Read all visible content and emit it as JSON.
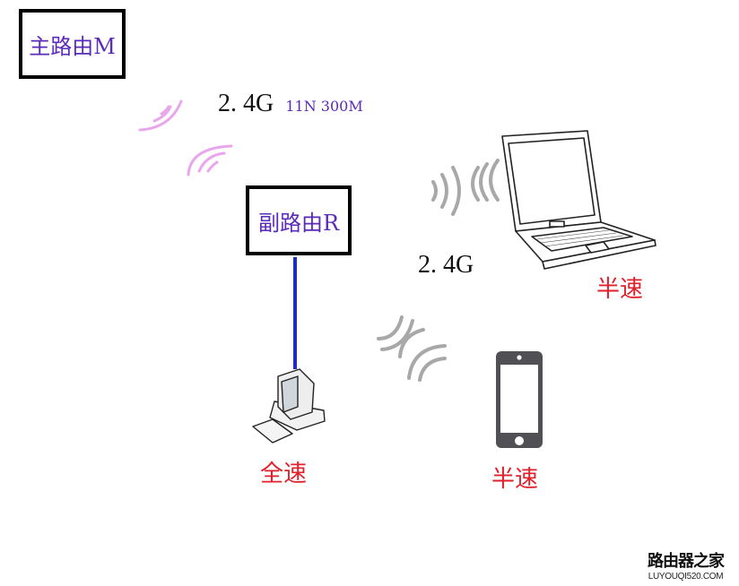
{
  "diagram": {
    "main_router": {
      "label": "主路由M"
    },
    "sub_router": {
      "label": "副路由R"
    },
    "link_main_to_sub": {
      "band": "2. 4G",
      "spec": "11N 300M",
      "wave_color": "#e9a6ec"
    },
    "link_sub_to_clients": {
      "band": "2. 4G",
      "wave_color": "#a8a8a8"
    },
    "wired_link": {
      "color": "#1a2bd4"
    },
    "devices": [
      {
        "id": "laptop",
        "speed_label": "半速"
      },
      {
        "id": "desktop",
        "speed_label": "全速"
      },
      {
        "id": "phone",
        "speed_label": "半速"
      }
    ],
    "colors": {
      "router_text": "#5a2ab8",
      "speed_text": "#e0202a",
      "box_border": "#000000"
    }
  },
  "watermark": {
    "cn": "路由器之家",
    "en": "LUYOUQI520.COM"
  }
}
